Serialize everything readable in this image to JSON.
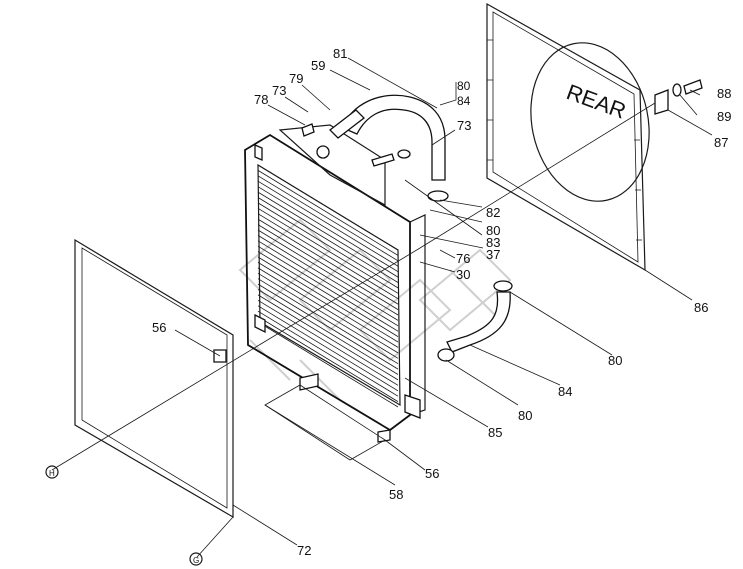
{
  "shroud": {
    "label": "REAR"
  },
  "callouts": {
    "c81": "81",
    "c59": "59",
    "c79": "79",
    "c73a": "73",
    "c78": "78",
    "c80a": "80",
    "c84a": "84",
    "c73b": "73",
    "c88": "88",
    "c89": "89",
    "c87": "87",
    "c82": "82",
    "c80b": "80",
    "c83": "83",
    "c37": "37",
    "c76": "76",
    "c30": "30",
    "c86": "86",
    "c80c": "80",
    "c84b": "84",
    "c80d": "80",
    "c85": "85",
    "c56a": "56",
    "c56b": "56",
    "c58": "58",
    "c72": "72"
  },
  "markers": {
    "h": "H",
    "g": "G"
  }
}
